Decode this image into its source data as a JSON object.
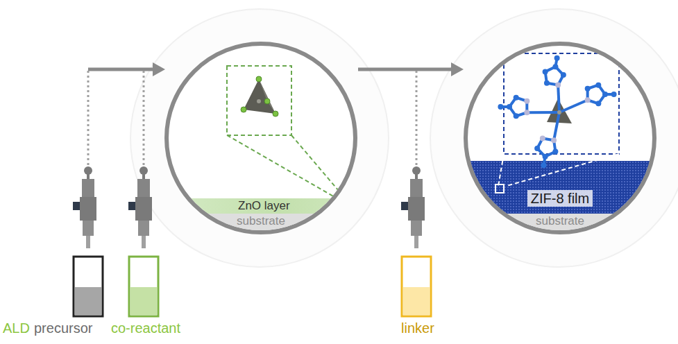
{
  "diagram": {
    "nodes": [
      {
        "text": [
          "ZnO layer"
        ]
      },
      {
        "text": [
          "substrate"
        ]
      },
      {
        "text": [
          "ZIF-8 film"
        ]
      },
      {
        "text": [
          "substrate"
        ]
      }
    ],
    "labels": [
      "ALD",
      "precursor",
      "co-reactant",
      "linker"
    ]
  }
}
